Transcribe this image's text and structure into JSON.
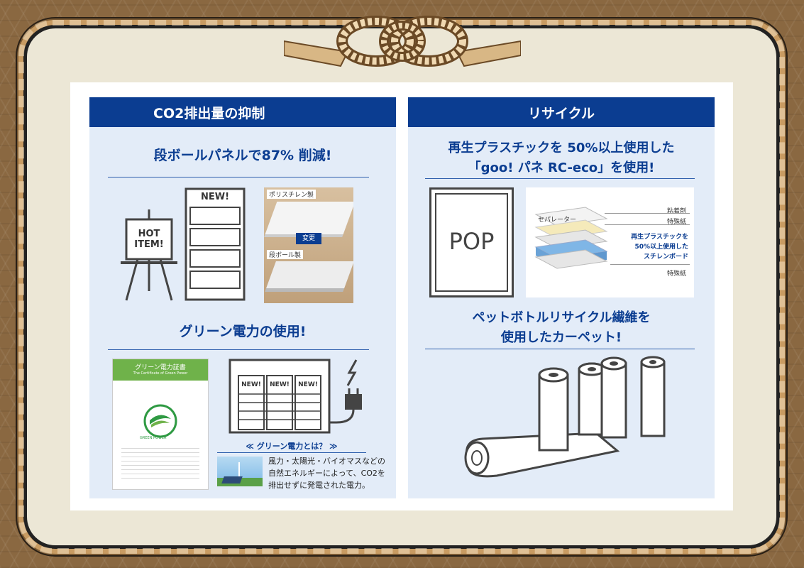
{
  "left": {
    "header": "CO2排出量の抑制",
    "heading1": "段ボールパネルで87% 削減!",
    "board_labels": {
      "top": "ポリスチレン製",
      "change": "変更",
      "bottom": "段ボール製"
    },
    "shelf_label": "NEW!",
    "easel_label_1": "HOT",
    "easel_label_2": "ITEM!",
    "heading2": "グリーン電力の使用!",
    "certificate": {
      "title_jp": "グリーン電力証書",
      "title_en": "The Certificate of Green Power",
      "logo_text": "GREEN POWER"
    },
    "display_labels": [
      "NEW!",
      "NEW!",
      "NEW!"
    ],
    "green_power_q": "≪ グリーン電力とは？ ≫",
    "green_power_desc": [
      "風力・太陽光・バイオマスなどの",
      "自然エネルギーによって、CO2を",
      "排出せずに発電された電力。"
    ]
  },
  "right": {
    "header": "リサイクル",
    "heading1_line1": "再生プラスチックを 50%以上使用した",
    "heading1_line2": "「goo! パネ RC-eco」を使用!",
    "pop_label": "POP",
    "layers": {
      "separator": "セパレーター",
      "adhesive": "粘着剤",
      "special_paper_top": "特殊紙",
      "core_1": "再生プラスチックを",
      "core_2": "50%以上使用した",
      "core_3": "スチレンボード",
      "special_paper_bottom": "特殊紙"
    },
    "heading2_line1": "ペットボトルリサイクル繊維を",
    "heading2_line2": "使用したカーペット!"
  },
  "colors": {
    "navy": "#0b3d91",
    "section_bg": "#e3ecf8",
    "cert_green": "#6fb24a"
  }
}
